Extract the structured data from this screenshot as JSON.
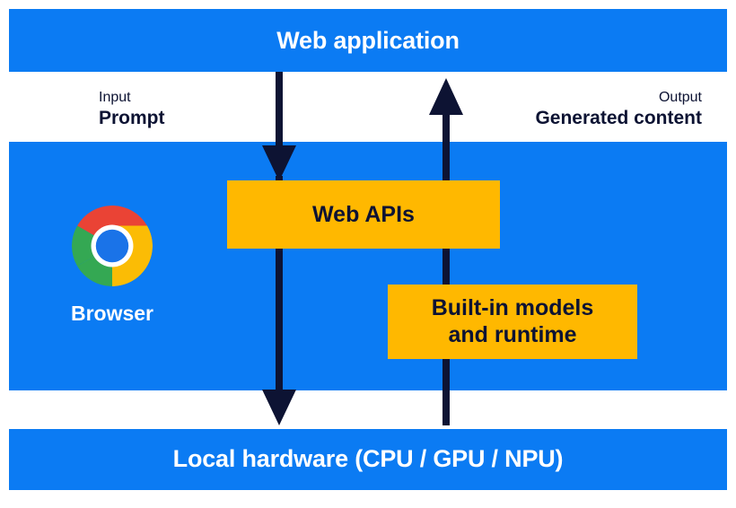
{
  "diagram": {
    "title": "Web application",
    "colors": {
      "blue": "#0b7bf3",
      "yellow": "#ffb800",
      "arrow": "#0d1333",
      "text_on_blue": "#ffffff",
      "text_on_yellow": "#0d1333"
    },
    "bands": [
      {
        "id": "web-application",
        "label": "Web application"
      },
      {
        "id": "browser",
        "label": "Browser"
      },
      {
        "id": "local-hardware",
        "label": "Local hardware (CPU / GPU / NPU)"
      }
    ],
    "boxes": [
      {
        "id": "web-apis",
        "label": "Web APIs"
      },
      {
        "id": "built-in-models",
        "line1": "Built-in models",
        "line2": "and runtime"
      }
    ],
    "captions": {
      "input": {
        "kind": "Input",
        "value": "Prompt"
      },
      "output": {
        "kind": "Output",
        "value": "Generated content"
      }
    },
    "icons": {
      "browser": "chrome-logo-icon",
      "flow_down": "arrow-down-icon",
      "flow_up": "arrow-up-icon"
    },
    "arrows": [
      {
        "id": "input-flow",
        "direction": "down",
        "from": "Web application",
        "to": "Local hardware (CPU / GPU / NPU)"
      },
      {
        "id": "output-flow",
        "direction": "up",
        "from": "Local hardware (CPU / GPU / NPU)",
        "to": "Web application"
      }
    ]
  }
}
